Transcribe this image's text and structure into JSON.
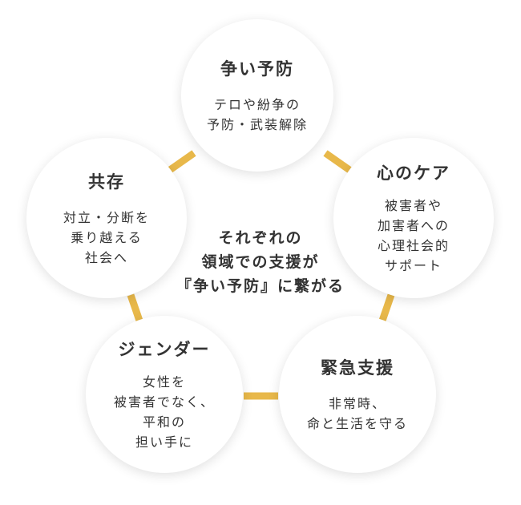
{
  "colors": {
    "connector": "#e8b84a",
    "text": "#333333",
    "circle_bg": "#ffffff"
  },
  "center": {
    "text": "それぞれの\n領域での支援が\n『争い予防』に繋がる"
  },
  "nodes": {
    "top": {
      "title": "争い予防",
      "desc": "テロや紛争の\n予防・武装解除"
    },
    "right": {
      "title": "心のケア",
      "desc": "被害者や\n加害者への\n心理社会的\nサポート"
    },
    "bottom_right": {
      "title": "緊急支援",
      "desc": "非常時、\n命と生活を守る"
    },
    "bottom_left": {
      "title": "ジェンダー",
      "desc": "女性を\n被害者でなく、\n平和の\n担い手に"
    },
    "left": {
      "title": "共存",
      "desc": "対立・分断を\n乗り越える\n社会へ"
    }
  }
}
